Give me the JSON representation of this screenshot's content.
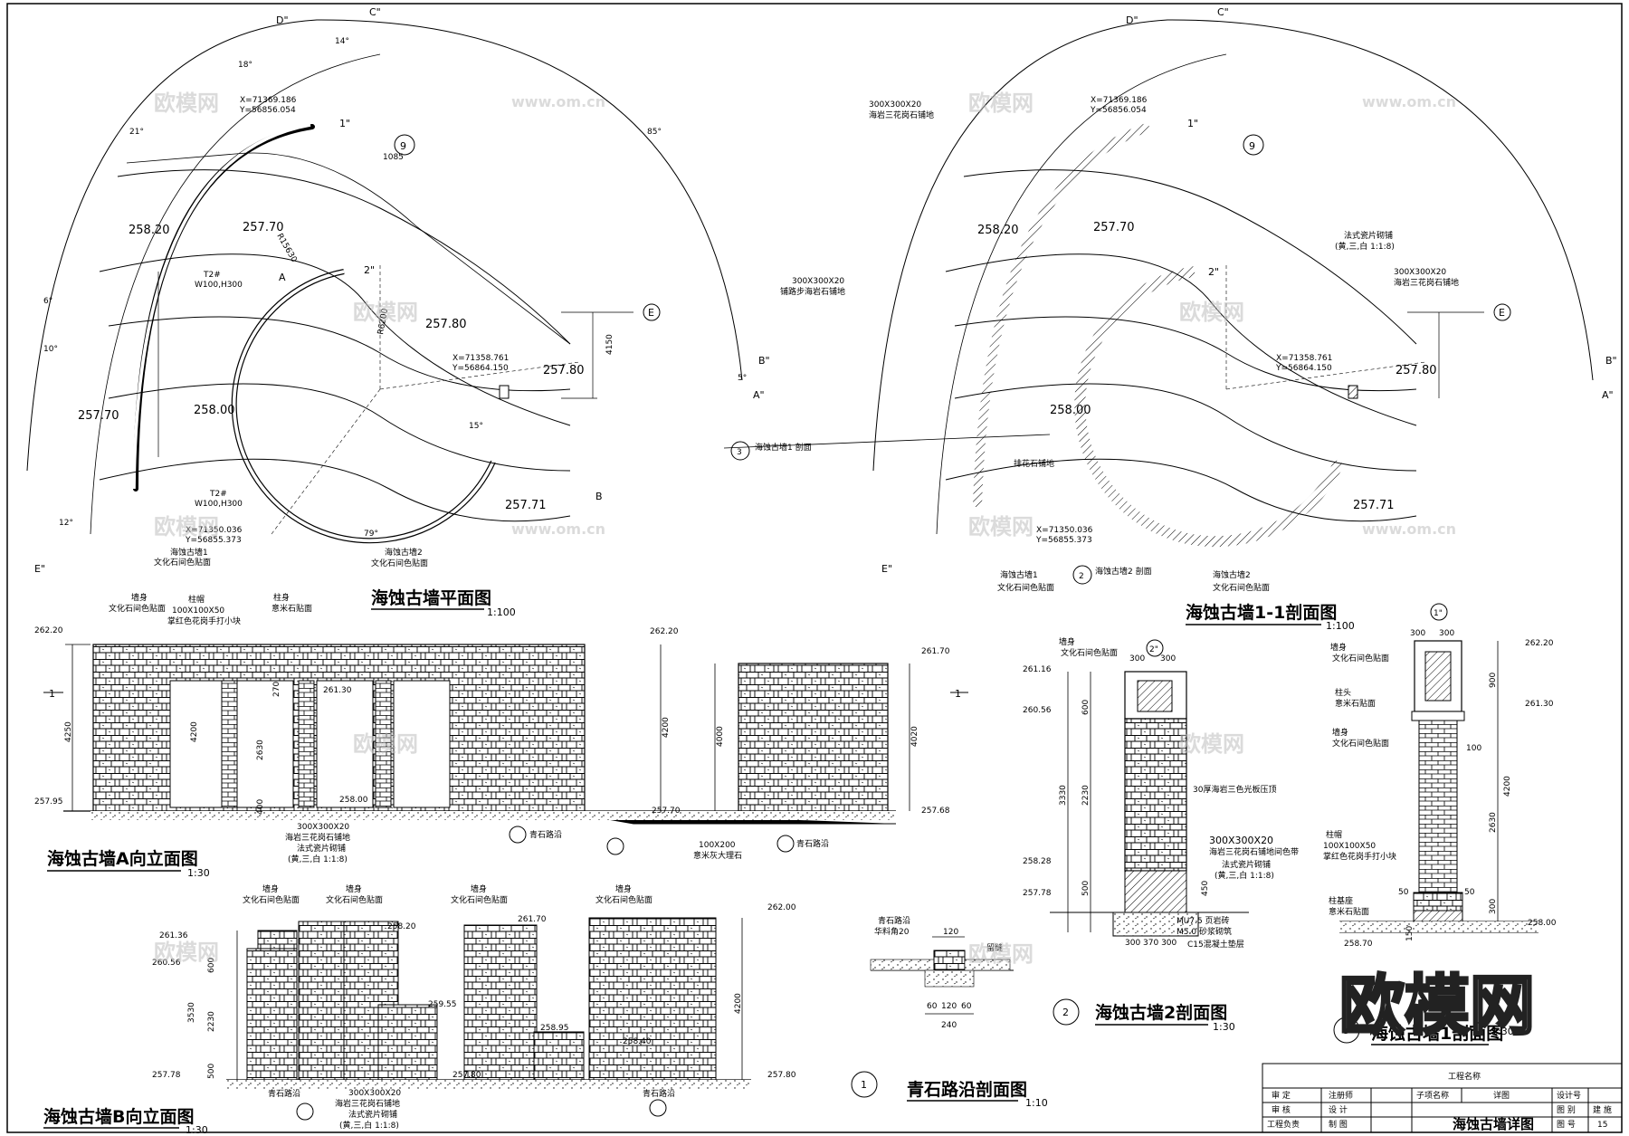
{
  "titles": {
    "plan": "海蚀古墙平面图",
    "plan_scale": "1:100",
    "section11": "海蚀古墙1-1剖面图",
    "section11_scale": "1:100",
    "elevA": "海蚀古墙A向立面图",
    "elevA_scale": "1:30",
    "elevB": "海蚀古墙B向立面图",
    "elevB_scale": "1:30",
    "curb": "青石路沿剖面图",
    "curb_scale": "1:10",
    "curb_no": "1",
    "sec2": "海蚀古墙2剖面图",
    "sec2_scale": "1:30",
    "sec2_no": "2",
    "sec1": "海蚀古墙1剖面图",
    "sec1_scale": "1:30",
    "sec1_no": "3"
  },
  "axes": {
    "d": "D\"",
    "c": "C\"",
    "b": "B\"",
    "a": "A\"",
    "e": "E\"",
    "n1": "1\"",
    "n2": "2\"",
    "n9": "9",
    "E": "E",
    "A": "A",
    "B": "B"
  },
  "plan": {
    "coord1_x": "X=71369.186",
    "coord1_y": "Y=56856.054",
    "coord2_x": "X=71358.761",
    "coord2_y": "Y=56864.150",
    "coord3_x": "X=71350.036",
    "coord3_y": "Y=56855.373",
    "lv1": "258.20",
    "lv2": "257.70",
    "lv3": "257.80",
    "lv4": "257.80",
    "lv5": "257.70",
    "lv6": "258.00",
    "lv7": "257.71",
    "dim1085": "1085",
    "dim4150": "4150",
    "dim6200": "R6200",
    "r_big": "R15630",
    "ang14": "14°",
    "ang18": "18°",
    "ang85": "85°",
    "ang21": "21°",
    "ang10": "10°",
    "ang6": "6°",
    "ang12": "12°",
    "ang15": "15°",
    "ang79": "79°",
    "ang5": "5°",
    "ts1": "T2#",
    "ts1b": "W100,H300",
    "wall1": "海蚀古墙1",
    "wall1_note": "文化石间色贴面",
    "wall2": "海蚀古墙2",
    "wall2_note": "文化石间色贴面"
  },
  "section": {
    "paving1": "300X300X20",
    "paving1_note": "海岩三花岗石铺地",
    "paving2": "300X300X20",
    "paving2_note": "铺路步海岩石铺地",
    "paving3": "300X300X20",
    "paving3_note": "海岩三花岗石铺地",
    "tile": "法式瓷片砌铺",
    "tile_mix": "(黄,三,白 1:1:8)",
    "cut1": "海蚀古墙1 剖面",
    "cut2": "海蚀古墙2 剖面",
    "cut_no1": "3",
    "cut_no2": "2",
    "paving_path": "排花石铺地"
  },
  "elevA": {
    "lv_top": "262.20",
    "lv_bot": "257.95",
    "lv_mid": "261.30",
    "lv_floor": "258.00",
    "lv_r_top": "262.20",
    "lv_r_floor": "257.70",
    "lv_far_top": "261.70",
    "lv_far_bot": "257.68",
    "h4250": "4250",
    "h4200": "4200",
    "h2630": "2630",
    "h400": "400",
    "h270": "270",
    "h4200b": "4200",
    "h4000": "4000",
    "h4020": "4020",
    "note_body": "墙身",
    "note_body2": "文化石间色贴面",
    "note_cap": "柱帽",
    "note_cap2": "100X100X50",
    "note_cap3": "掌红色花岗手打小块",
    "note_col": "柱身",
    "note_col2": "意米石贴面",
    "paving": "300X300X20",
    "paving2": "海岩三花岗石铺地",
    "paving3": "法式瓷片砌铺",
    "paving4": "(黄,三,白 1:1:8)",
    "curb_tag": "青石路沿",
    "curb_dim": "100X200",
    "curb_dim2": "意米灰大理石",
    "mark1": "1"
  },
  "elevB": {
    "lv1": "261.36",
    "lv2": "260.56",
    "lv3": "257.78",
    "lv4": "258.20",
    "lv5": "259.55",
    "lv6": "261.70",
    "lv7": "258.95",
    "lv8": "262.00",
    "lv9": "257.80",
    "lv10": "258.40",
    "lv11": "257.80",
    "h3530": "3530",
    "h2230": "2230",
    "h600": "600",
    "h500": "500",
    "h4200": "4200",
    "body": "墙身",
    "body2": "文化石间色贴面",
    "paving": "300X300X20",
    "paving2": "海岩三花岗石铺地",
    "paving3": "法式瓷片砌铺",
    "paving4": "(黄,三,白 1:1:8)",
    "curb": "青石路沿"
  },
  "curb": {
    "label1": "青石路沿",
    "label2": "华料角20",
    "d120": "120",
    "d240": "240",
    "d60a": "60",
    "d120b": "120",
    "d60b": "60",
    "joint": "留缝"
  },
  "sec2": {
    "lv1": "261.16",
    "lv2": "260.56",
    "lv3": "258.28",
    "lv4": "257.78",
    "d300a": "300",
    "d300b": "300",
    "h600": "600",
    "h3330": "3330",
    "h2230": "2230",
    "h500": "500",
    "h450": "450",
    "body": "墙身",
    "body2": "文化石间色贴面",
    "cap": "30厚海岩三色光板压顶",
    "paving": "300X300X20",
    "paving2": "海岩三花岗石铺地间色带",
    "paving3": "法式瓷片砌铺",
    "paving4": "(黄,三,白 1:1:8)",
    "base1": "MU7.5 页岩砖",
    "base2": "M5.0 砂浆砌筑",
    "base3": "C15混凝土垫层",
    "bot": "300 370 300",
    "axis": "2\""
  },
  "sec1": {
    "lv1": "262.20",
    "lv2": "261.30",
    "lv3": "258.00",
    "lv4": "258.70",
    "d300a": "300",
    "d300b": "300",
    "h900": "900",
    "h4200": "4200",
    "h2630": "2630",
    "h300": "300",
    "h100": "100",
    "h150": "150",
    "h50a": "50",
    "h50b": "50",
    "body": "墙身",
    "body2": "文化石间色贴面",
    "col": "柱头",
    "col2": "意米石贴面",
    "cap": "柱帽",
    "cap2": "100X100X50",
    "cap3": "掌红色花岗手打小块",
    "base": "柱基座",
    "base2": "意米石贴面",
    "axis": "1\""
  },
  "titleblock": {
    "project_label": "工程名称",
    "row1": [
      "审 定",
      "注册师",
      "子项名称",
      "详图",
      "设计号",
      ""
    ],
    "row2": [
      "审 核",
      "设 计",
      "",
      "",
      "图 别",
      "建 施"
    ],
    "row3": [
      "工程负责",
      "制 图",
      "",
      "海蚀古墙详图",
      "图 号",
      "15"
    ]
  },
  "watermarks": {
    "site": "欧模网",
    "url": "www.om.cn",
    "brand": "欧模网"
  }
}
